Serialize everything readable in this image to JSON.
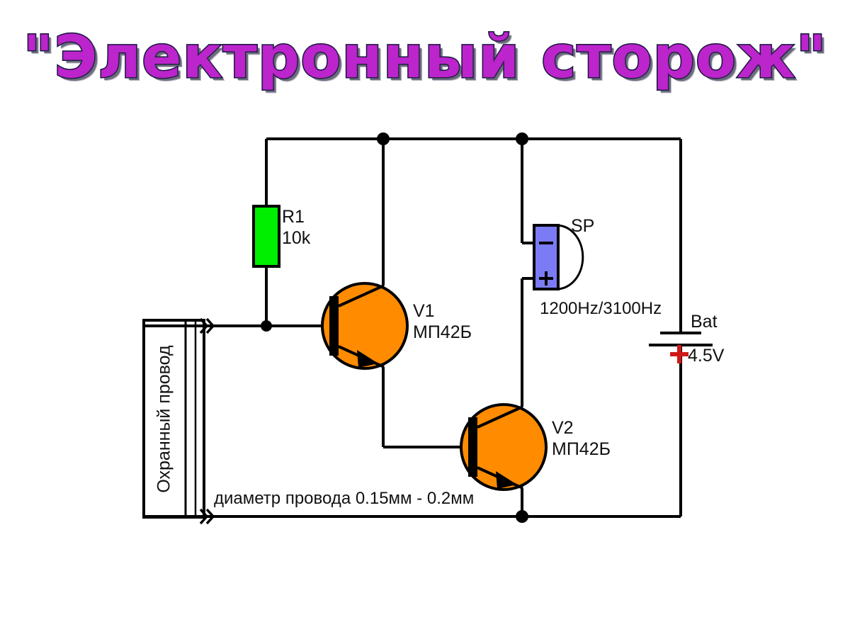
{
  "title": {
    "text": "\"Электронный сторож\"",
    "color": "#bc24cc",
    "outline_color": "#16163c"
  },
  "schematic": {
    "type": "circuit-diagram",
    "components": {
      "resistor": {
        "ref": "R1",
        "value": "10k",
        "color": "#00ee00",
        "shape": "rectangle-vertical"
      },
      "transistor_v1": {
        "ref": "V1",
        "type": "МП42Б",
        "device": "PNP",
        "color": "#ff8c00",
        "shape": "circle"
      },
      "transistor_v2": {
        "ref": "V2",
        "type": "МП42Б",
        "device": "PNP",
        "color": "#ff8c00",
        "shape": "circle"
      },
      "speaker": {
        "ref": "SP",
        "spec": "1200Hz/3100Hz",
        "minus": "−",
        "plus": "+",
        "color": "#7b7bf5",
        "shape": "rectangle-with-dome"
      },
      "battery": {
        "ref": "Bat",
        "voltage": "4.5V",
        "polarity_marker": "+",
        "polarity_color": "#d01818"
      },
      "security_wire": {
        "label": "Охранный провод",
        "note": "диаметр провода 0.15мм - 0.2мм",
        "break_marker": "»"
      }
    },
    "nodes": {
      "junction_color": "#000000",
      "wire_color": "#000000",
      "junction_count": 4
    }
  }
}
